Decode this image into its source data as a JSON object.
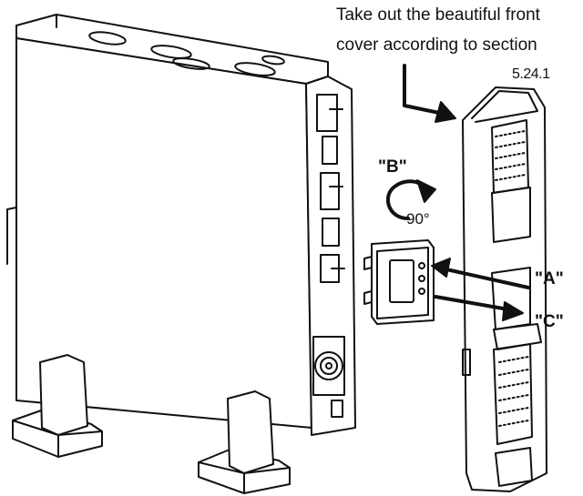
{
  "caption": {
    "line1": "Take out the beautiful front",
    "line2": "cover according to section",
    "line3": "5.24.1"
  },
  "labels": {
    "a": "\"A\"",
    "b": "\"B\"",
    "c": "\"C\"",
    "rotation": "90°"
  },
  "colors": {
    "ink": "#111111",
    "background": "#ffffff"
  }
}
